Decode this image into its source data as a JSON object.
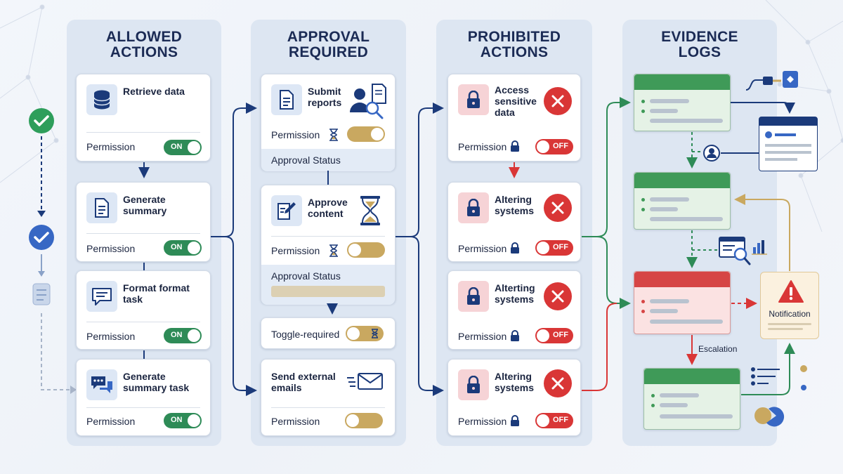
{
  "colors": {
    "navy": "#1b3a7a",
    "green": "#2e8b57",
    "red": "#d93636",
    "gold": "#c9a860",
    "panel": "#dde6f2"
  },
  "columns": [
    {
      "title_line1": "ALLOWED",
      "title_line2": "ACTIONS",
      "cards": [
        {
          "title": "Retrieve data",
          "icon": "database-icon",
          "permission_label": "Permission",
          "toggle": "ON"
        },
        {
          "title": "Generate summary",
          "icon": "document-icon",
          "permission_label": "Permission",
          "toggle": "ON"
        },
        {
          "title": "Format format task",
          "icon": "chat-bubble-icon",
          "permission_label": "Permission",
          "toggle": "ON"
        },
        {
          "title": "Generate summary task",
          "icon": "chat-bubbles-icon",
          "permission_label": "Permission",
          "toggle": "ON"
        }
      ]
    },
    {
      "title_line1": "APPROVAL",
      "title_line2": "REQUIRED",
      "cards": [
        {
          "title": "Submit reports",
          "icon": "document-icon",
          "permission_label": "Permission",
          "status_label": "Approval Status"
        },
        {
          "title": "Approve content",
          "icon": "edit-icon",
          "permission_label": "Permission",
          "status_label": "Approval Status"
        },
        {
          "title": "Toggle-required"
        },
        {
          "title": "Send external emails",
          "icon": "email-icon",
          "permission_label": "Permission"
        }
      ]
    },
    {
      "title_line1": "PROHIBITED",
      "title_line2": "ACTIONS",
      "cards": [
        {
          "title": "Access sensitive data",
          "icon": "lock-icon",
          "permission_label": "Permission",
          "toggle": "OFF"
        },
        {
          "title": "Altering systems",
          "icon": "lock-icon",
          "permission_label": "Permission",
          "toggle": "OFF"
        },
        {
          "title": "Alterting systems",
          "icon": "lock-icon",
          "permission_label": "Permission",
          "toggle": "OFF"
        },
        {
          "title": "Altering systems",
          "icon": "lock-icon",
          "permission_label": "Permission",
          "toggle": "OFF"
        }
      ]
    },
    {
      "title_line1": "EVIDENCE",
      "title_line2": "LOGS",
      "notification_label": "Notification",
      "escalation_label": "Escalation"
    }
  ]
}
